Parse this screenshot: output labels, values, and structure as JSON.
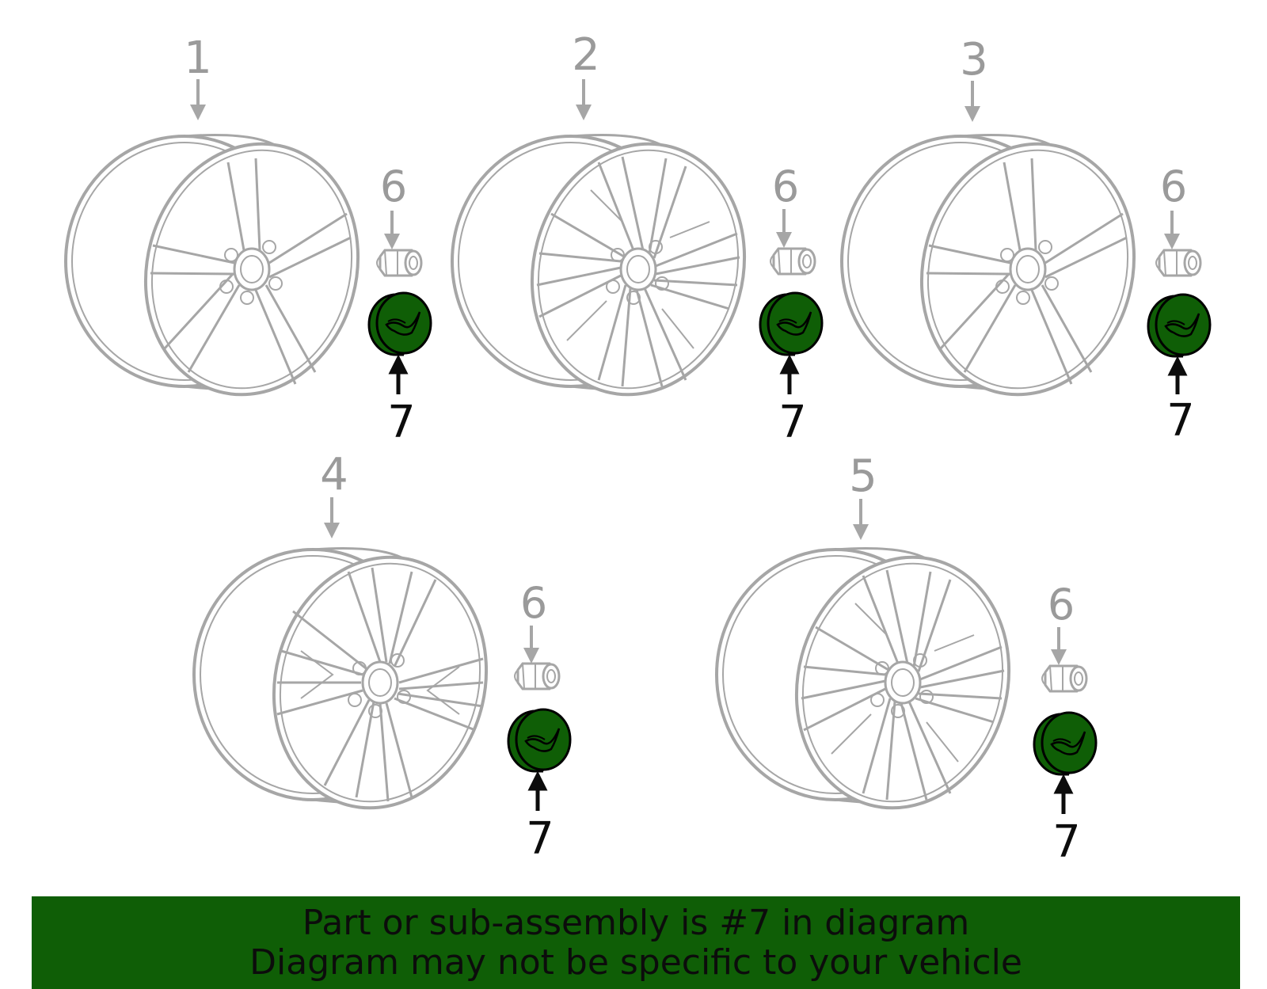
{
  "colors": {
    "highlight": "#0f5e06",
    "line_gray": "#a6a6a6",
    "label_gray": "#9a9a9a",
    "label_black": "#0c0c0c",
    "background": "#ffffff"
  },
  "callouts": {
    "wheel_1": "1",
    "wheel_2": "2",
    "wheel_3": "3",
    "wheel_4": "4",
    "wheel_5": "5",
    "lug_nut": "6",
    "center_cap": "7"
  },
  "icons": {
    "center_cap_emblem": "crossed-flags-emblem-icon",
    "lug_nut": "lug-nut-icon"
  },
  "footer": {
    "line1": "Part or sub-assembly is #7 in diagram",
    "line2": "Diagram may not be specific to your vehicle"
  }
}
